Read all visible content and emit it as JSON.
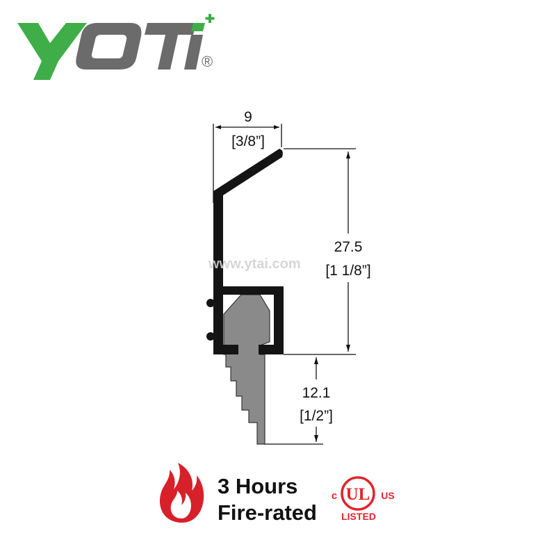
{
  "brand": {
    "logo_text": "YOTI",
    "registered_mark": "®",
    "colors": {
      "green": "#3fae49",
      "gray": "#6b6b6b"
    }
  },
  "watermark": {
    "text": "www.ytai.com"
  },
  "dimensions": {
    "width": {
      "mm": "9",
      "inch": "[3/8”]"
    },
    "height": {
      "mm": "27.5",
      "inch": "[1 1/8”]"
    },
    "insert": {
      "mm": "12.1",
      "inch": "[1/2”]"
    }
  },
  "rating": {
    "line1": "3 Hours",
    "line2": "Fire-rated",
    "flame_icon": "flame-icon",
    "flame_color": "#d7202a"
  },
  "certification": {
    "mark": "UL",
    "left_letter": "c",
    "right_letters": "US",
    "listed_text": "LISTED",
    "color": "#e2242b"
  }
}
